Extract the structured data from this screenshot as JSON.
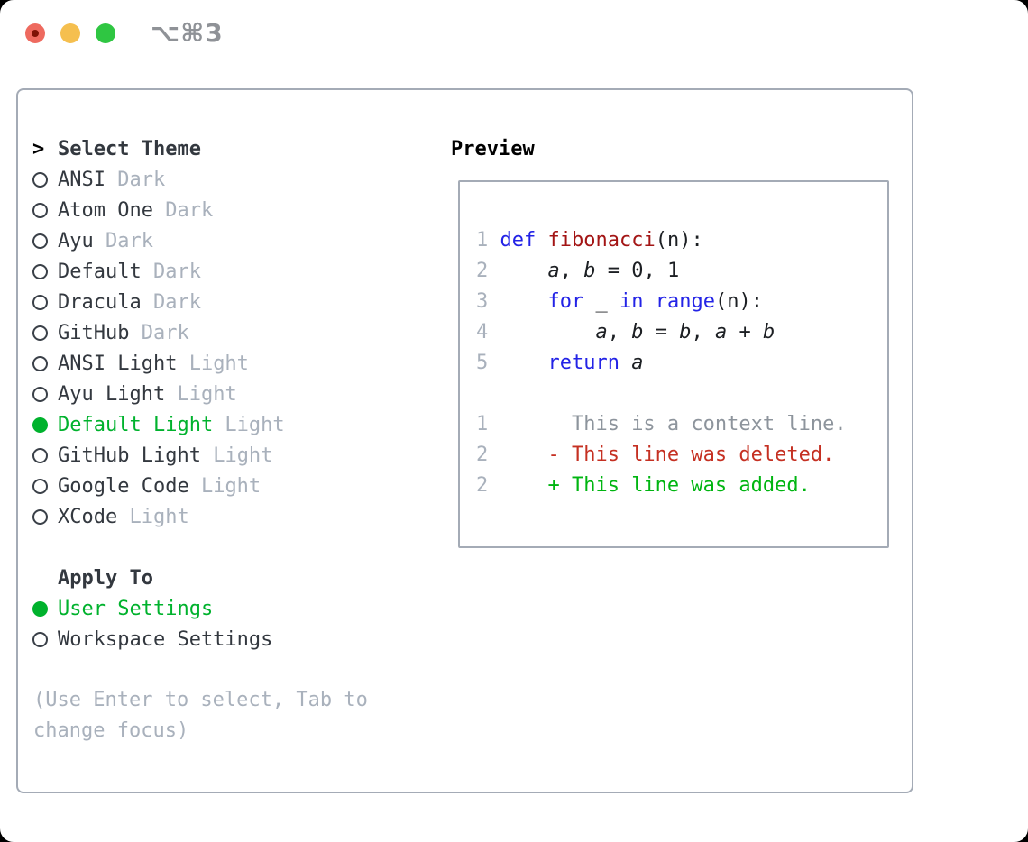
{
  "window": {
    "shortcut_label": "⌥⌘3",
    "traffic_lights": [
      {
        "name": "close",
        "color": "#EE6A5F",
        "dot_color": "#7E1205"
      },
      {
        "name": "minimize",
        "color": "#F5BF4F"
      },
      {
        "name": "zoom",
        "color": "#2FC642"
      }
    ]
  },
  "theme_panel": {
    "title_prefix": ">",
    "title": "Select Theme",
    "themes": [
      {
        "name": "ANSI",
        "variant": "Dark",
        "selected": false
      },
      {
        "name": "Atom One",
        "variant": "Dark",
        "selected": false
      },
      {
        "name": "Ayu",
        "variant": "Dark",
        "selected": false
      },
      {
        "name": "Default",
        "variant": "Dark",
        "selected": false
      },
      {
        "name": "Dracula",
        "variant": "Dark",
        "selected": false
      },
      {
        "name": "GitHub",
        "variant": "Dark",
        "selected": false
      },
      {
        "name": "ANSI Light",
        "variant": "Light",
        "selected": false
      },
      {
        "name": "Ayu Light",
        "variant": "Light",
        "selected": false
      },
      {
        "name": "Default Light",
        "variant": "Light",
        "selected": true
      },
      {
        "name": "GitHub Light",
        "variant": "Light",
        "selected": false
      },
      {
        "name": "Google Code",
        "variant": "Light",
        "selected": false
      },
      {
        "name": "XCode",
        "variant": "Light",
        "selected": false
      }
    ],
    "apply_to_label": "Apply To",
    "apply_options": [
      {
        "name": "User Settings",
        "selected": true
      },
      {
        "name": "Workspace Settings",
        "selected": false
      }
    ],
    "hint": "(Use Enter to select, Tab to change focus)"
  },
  "preview": {
    "label": "Preview",
    "code_lines": [
      {
        "num": "1",
        "segments": [
          {
            "t": " ",
            "c": "p"
          },
          {
            "t": "def",
            "c": "k"
          },
          {
            "t": " ",
            "c": "p"
          },
          {
            "t": "fibonacci",
            "c": "f"
          },
          {
            "t": "(n):",
            "c": "p"
          }
        ]
      },
      {
        "num": "2",
        "segments": [
          {
            "t": "     ",
            "c": "p"
          },
          {
            "t": "a",
            "c": "v"
          },
          {
            "t": ", ",
            "c": "p"
          },
          {
            "t": "b",
            "c": "v"
          },
          {
            "t": " = 0, 1",
            "c": "p"
          }
        ]
      },
      {
        "num": "3",
        "segments": [
          {
            "t": "     ",
            "c": "p"
          },
          {
            "t": "for",
            "c": "k"
          },
          {
            "t": " _ ",
            "c": "p"
          },
          {
            "t": "in",
            "c": "k"
          },
          {
            "t": " ",
            "c": "p"
          },
          {
            "t": "range",
            "c": "k"
          },
          {
            "t": "(n):",
            "c": "p"
          }
        ]
      },
      {
        "num": "4",
        "segments": [
          {
            "t": "         ",
            "c": "p"
          },
          {
            "t": "a",
            "c": "v"
          },
          {
            "t": ", ",
            "c": "p"
          },
          {
            "t": "b",
            "c": "v"
          },
          {
            "t": " = ",
            "c": "p"
          },
          {
            "t": "b",
            "c": "v"
          },
          {
            "t": ", ",
            "c": "p"
          },
          {
            "t": "a",
            "c": "v"
          },
          {
            "t": " + ",
            "c": "p"
          },
          {
            "t": "b",
            "c": "v"
          }
        ]
      },
      {
        "num": "5",
        "segments": [
          {
            "t": "     ",
            "c": "p"
          },
          {
            "t": "return",
            "c": "k"
          },
          {
            "t": " ",
            "c": "p"
          },
          {
            "t": "a",
            "c": "v"
          }
        ]
      },
      {
        "num": "",
        "segments": []
      },
      {
        "num": "1",
        "segments": [
          {
            "t": "       This is a context line.",
            "c": "ctx"
          }
        ]
      },
      {
        "num": "2",
        "segments": [
          {
            "t": "     - This line was deleted.",
            "c": "del"
          }
        ]
      },
      {
        "num": "2",
        "segments": [
          {
            "t": "     + This line was added.",
            "c": "add"
          }
        ]
      }
    ],
    "syntax_colors": {
      "keyword": "#2323E6",
      "function": "#A31515",
      "plain": "#1C1F23",
      "line_number": "#A9B1BC",
      "context": "#8D949C",
      "deleted": "#C53022",
      "added": "#00B511"
    }
  },
  "colors": {
    "accent_green": "#00B22D",
    "muted_gray": "#A9B1BC",
    "text_dark": "#33383F",
    "header_black": "#000000",
    "border_gray": "#A4ABB6",
    "window_bg": "#FFFFFF",
    "page_bg": "#000000",
    "titlebar_text": "#8F9297"
  }
}
